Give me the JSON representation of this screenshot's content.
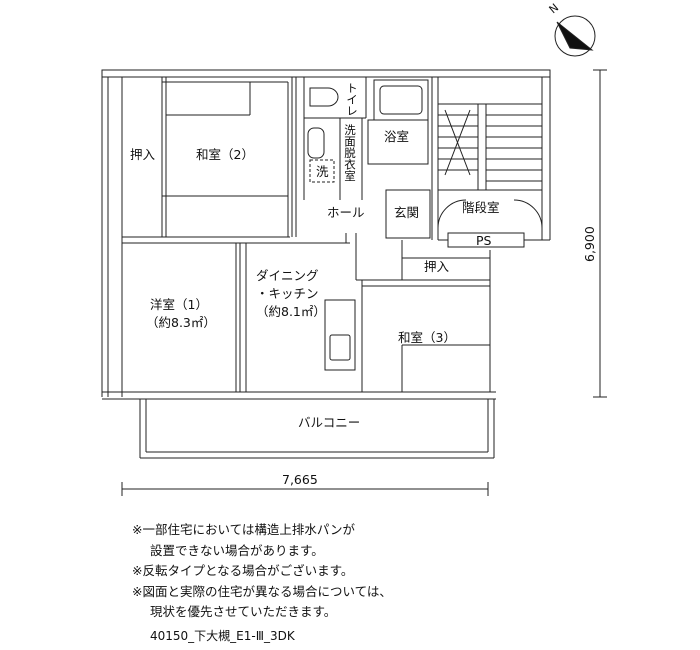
{
  "compass": {
    "north_label": "N"
  },
  "rooms": {
    "washitsu2": "和室（2）",
    "oshiire1": "押入",
    "toilet": "トイレ",
    "wash_label": "洗",
    "senmen": "洗面脱衣室",
    "yokushitsu": "浴室",
    "hall": "ホール",
    "genkan": "玄関",
    "kaidanshitsu": "階段室",
    "ps": "PS",
    "oshiire2": "押入",
    "dining_line1": "ダイニング",
    "dining_line2": "・キッチン",
    "dining_line3": "（約8.1㎡）",
    "youshitsu_line1": "洋室（1）",
    "youshitsu_line2": "（約8.3㎡）",
    "washitsu3": "和室（3）",
    "balcony": "バルコニー"
  },
  "dimensions": {
    "width": "7,665",
    "depth": "6,900"
  },
  "notes": [
    "※一部住宅においては構造上排水パンが",
    "設置できない場合があります。",
    "※反転タイプとなる場合がございます。",
    "※図面と実際の住宅が異なる場合については、",
    "現状を優先させていただきます。"
  ],
  "plan_code": "40150_下大槻_E1-Ⅲ_3DK"
}
